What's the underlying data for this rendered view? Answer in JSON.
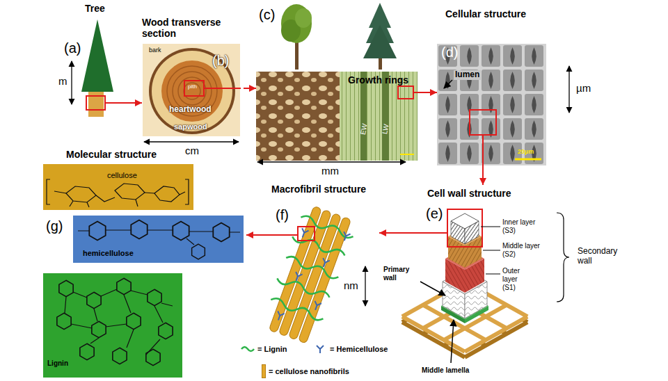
{
  "diagram": {
    "nodes": [
      {
        "text": [
          "Tree"
        ]
      },
      {
        "text": [
          "Wood transverse section"
        ]
      },
      {
        "text": [
          "Growth rings"
        ]
      },
      {
        "text": [
          "Cellular structure"
        ]
      },
      {
        "text": [
          "Cell wall structure"
        ]
      },
      {
        "text": [
          "Macrofibril structure"
        ]
      },
      {
        "text": [
          "Molecular structure"
        ]
      },
      {
        "text": [
          "cellulose"
        ],
        "in": 6
      },
      {
        "text": [
          "hemicellulose"
        ],
        "in": 6
      },
      {
        "text": [
          "Lignin"
        ],
        "in": 6
      }
    ],
    "edges": [
      {
        "from": 0,
        "to": 1,
        "arrow": "to"
      },
      {
        "from": 1,
        "to": 2,
        "arrow": "to"
      },
      {
        "from": 2,
        "to": 3,
        "arrow": "to"
      },
      {
        "from": 3,
        "to": 4,
        "arrow": "to"
      },
      {
        "from": 4,
        "to": 5,
        "arrow": "to"
      },
      {
        "from": 5,
        "to": 6,
        "arrow": "to"
      }
    ],
    "labels": [
      "(a)",
      "m",
      "bark",
      "(b)",
      "pith",
      "heartwood",
      "sapwood",
      "cm",
      "(c)",
      "EW",
      "LW",
      "mm",
      "(d)",
      "lumen",
      "µm",
      "20µm",
      "(e)",
      "Inner layer (S3)",
      "Middle layer (S2)",
      "Outer layer (S1)",
      "Secondary wall",
      "Primary wall",
      "Middle lamella",
      "(f)",
      "nm",
      "(g)"
    ],
    "legend": [
      {
        "text": "= Lignin"
      },
      {
        "text": "= Hemicellulose"
      },
      {
        "text": "= cellulose nanofibrils",
        "color": "#e3a82b"
      }
    ]
  }
}
